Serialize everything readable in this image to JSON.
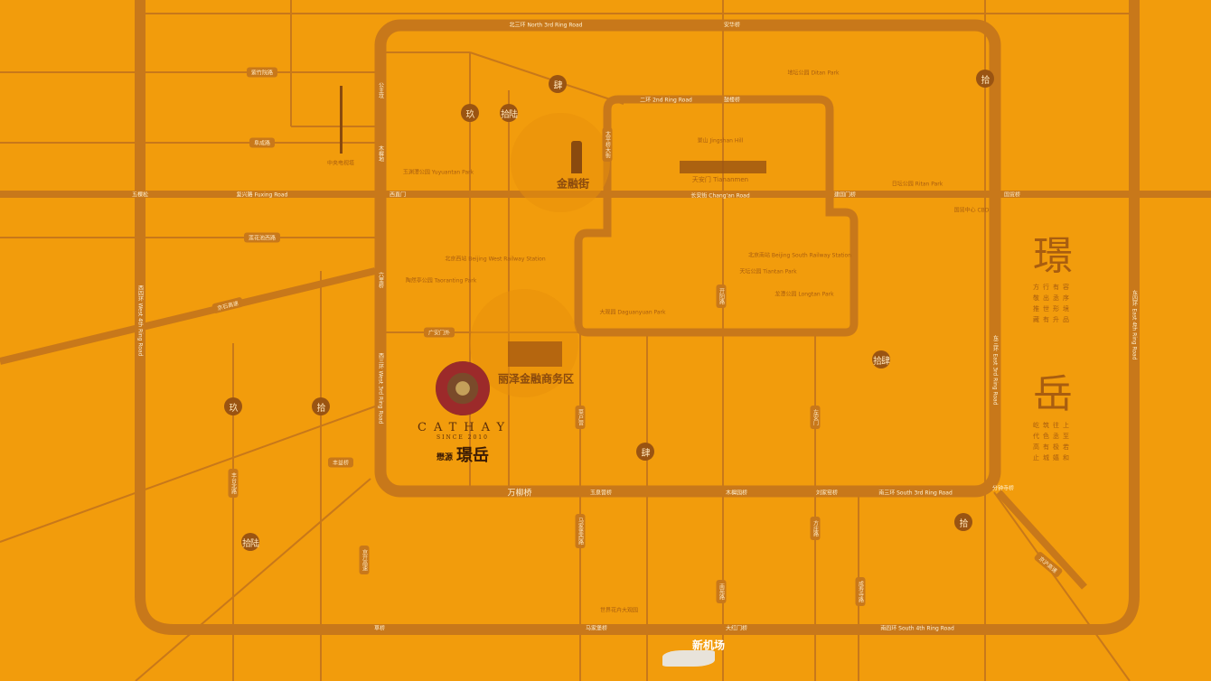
{
  "roads": {
    "north_3rd_ring": "北三环 North 3rd Ring Road",
    "second_ring": "二环 2nd Ring Road",
    "fuxing_road": "复兴路 Fuxing Road",
    "changan_road": "长安街 Chang'an Road",
    "south_3rd_ring": "南三环 South 3rd Ring Road",
    "south_4th_ring": "南四环 South 4th Ring Road",
    "east_3rd_ring": "东三环 East 3rd Ring Road",
    "east_4th_ring": "东四环 East 4th Ring Road",
    "west_4th_ring": "西四环 West 4th Ring Road",
    "west_3rd_ring": "西三环 West 3rd Ring Road"
  },
  "pills": [
    "紫竹院路",
    "阜成路",
    "莲花池西路",
    "京石高速",
    "广安门外",
    "丰台北路",
    "太平桥大街",
    "丰益桥",
    "菜户营",
    "开阳路",
    "南苑路",
    "马家堡西路",
    "方庄路",
    "成寿寺路",
    "京开高速",
    "左安门",
    "京沪高速"
  ],
  "bridges": [
    "西直门",
    "木樨地",
    "公主坟",
    "五棵松",
    "六里桥",
    "万柳桥",
    "玉泉营桥",
    "木樨园桥",
    "刘家窑桥",
    "分钟寺桥",
    "马家堡桥",
    "大红门桥",
    "安华桥",
    "鼓楼桥",
    "建国门桥",
    "国贸桥",
    "草桥"
  ],
  "landmarks": {
    "jingshan": "景山 Jingshan Hill",
    "tiananmen": "天安门 Tiananmen",
    "yuyuantan": "玉渊潭公园 Yuyuantan Park",
    "beijing_west": "北京西站 Beijing West Railway Station",
    "taoranting": "陶然亭公园 Taoranting Park",
    "daguanyuan": "大观园 Daguanyuan Park",
    "tiantan": "天坛公园 Tiantan Park",
    "beijing_south": "北京南站 Beijing South Railway Station",
    "longtan": "龙潭公园 Longtan Park",
    "cctv_tower": "中央电视塔",
    "financial_street": "金融街",
    "lize": "丽泽金融商务区",
    "wanliu": "万柳桥",
    "new_airport": "新机场",
    "world_park": "世界花卉大观园",
    "ditan": "地坛公园 Ditan Park",
    "ritan": "日坛公园 Ritan Park",
    "guomao": "国贸中心 CBD"
  },
  "badges": [
    "玖",
    "拾陆",
    "肆",
    "拾",
    "拾肆",
    "玖",
    "拾",
    "肆",
    "拾",
    "拾陆"
  ],
  "brand": {
    "name_en": "CATHAY",
    "since": "SINCE 2010",
    "prefix": "懋源",
    "name_cn": "璟岳"
  },
  "side_panel": {
    "char1": "璟",
    "poem1": "方行有容 敬出丞序 推世形境 藏有升品",
    "char2": "岳",
    "poem2": "屹筑往上 代色丞至 高有极若 止城嬉和"
  },
  "colors": {
    "background": "#f29c0c",
    "road": "#c8781a",
    "badge": "#9a5412"
  }
}
